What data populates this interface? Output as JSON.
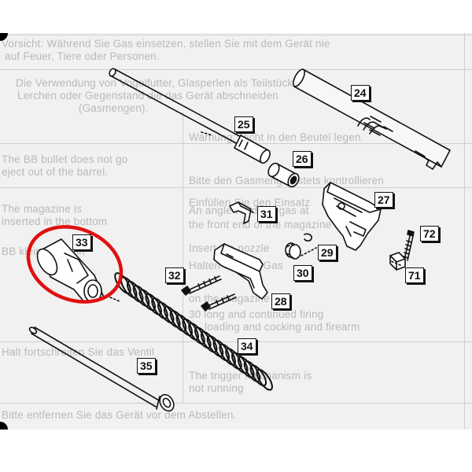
{
  "background_text": {
    "lines": [
      "Vorsicht: Während Sie Gas einsetzen, stellen Sie mit dem Gerät nie",
      "auf Feuer, Tiere oder Personen.",
      "Die Verwendung von Vogelfutter, Glasperlen als Teilstücke,",
      "Lerchen oder Gegenstand die das Gerät abschneiden",
      "(Gasmengen).",
      "Warnung: Nicht in den Beutel legen.",
      "The BB bullet does not go",
      "eject out of the barrel.",
      "Bitte den Gasmengen stets kontrollieren",
      "Einfüllen Sie den Einsatz",
      "The magazine is",
      "inserted in the bottom",
      "An angle Hold the gas at",
      "the front end of the magazine",
      "Insert the nozzle",
      "BB kleine Kugeln",
      "Halten Sie das Gas",
      "on the magazine",
      "30 long and continued firing",
      "loading and cocking and firearm",
      "Halt fortschreiten Sie das Ventil",
      "The trigger mechanism is",
      "not running",
      "Bitte entfernen Sie das Gerät vor dem Abstellen."
    ]
  },
  "diagram": {
    "parts": [
      {
        "id": "24",
        "label": "24",
        "name": "outer barrel"
      },
      {
        "id": "25",
        "label": "25",
        "name": "inner barrel"
      },
      {
        "id": "26",
        "label": "26",
        "name": "barrel bushing"
      },
      {
        "id": "27",
        "label": "27",
        "name": "slide front block"
      },
      {
        "id": "28",
        "label": "28",
        "name": "slide lock"
      },
      {
        "id": "29",
        "label": "29",
        "name": "o-ring"
      },
      {
        "id": "30",
        "label": "30",
        "name": "nut"
      },
      {
        "id": "31",
        "label": "31",
        "name": "clip"
      },
      {
        "id": "32",
        "label": "32",
        "name": "screw"
      },
      {
        "id": "33",
        "label": "33",
        "name": "recoil spring plug"
      },
      {
        "id": "34",
        "label": "34",
        "name": "recoil spring"
      },
      {
        "id": "35",
        "label": "35",
        "name": "recoil spring guide"
      },
      {
        "id": "71",
        "label": "71",
        "name": "small block"
      },
      {
        "id": "72",
        "label": "72",
        "name": "screw"
      }
    ],
    "highlight": {
      "part": "33",
      "color": "#e01010"
    }
  },
  "colors": {
    "line": "#111111",
    "paper": "#f1f1f1",
    "bleed_text": "#b9b9b9"
  }
}
